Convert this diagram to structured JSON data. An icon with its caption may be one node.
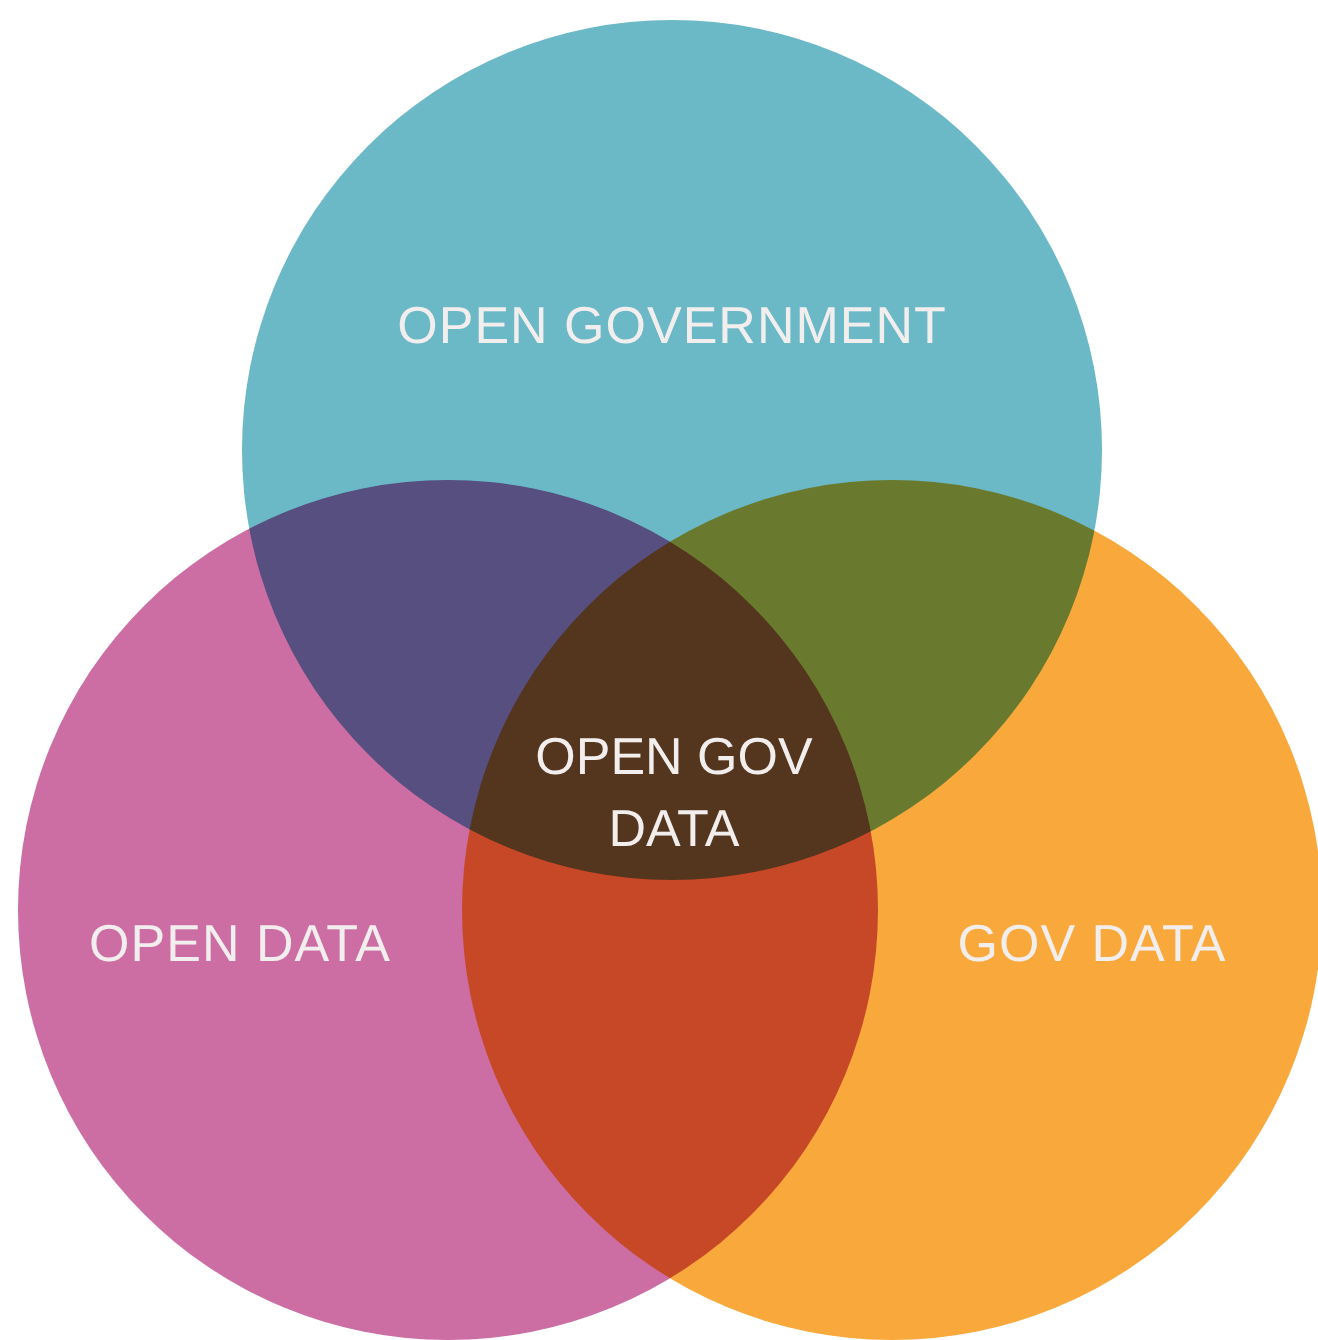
{
  "diagram": {
    "nodes": [
      {
        "text": [
          "OPEN GOVERNMENT"
        ]
      },
      {
        "text": [
          "OPEN DATA"
        ]
      },
      {
        "text": [
          "GOV DATA"
        ]
      }
    ],
    "labels": [
      "OPEN GOV DATA"
    ]
  }
}
